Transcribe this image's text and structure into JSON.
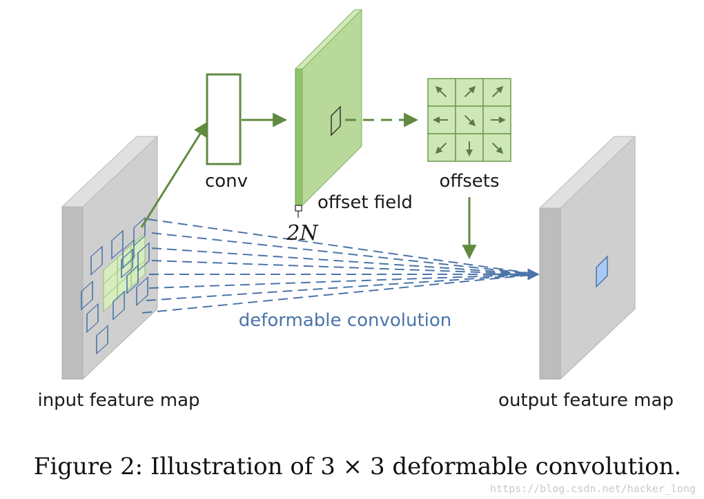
{
  "labels": {
    "conv": "conv",
    "offset_field": "offset field",
    "channels": "2N",
    "offsets": "offsets",
    "deformable_convolution": "deformable convolution",
    "input_feature_map": "input feature map",
    "output_feature_map": "output feature map"
  },
  "caption": "Figure 2: Illustration of 3 × 3 deformable convolution.",
  "watermark": "https://blog.csdn.net/hacker_long",
  "colors": {
    "arrow_green": "#5f8a40",
    "sample_blue": "#4a74a8",
    "field_green": "#b8d99a",
    "map_gray": "#d8d8d8"
  },
  "offset_arrows": [
    "up-left",
    "up-right",
    "up-right",
    "left",
    "down-right",
    "right",
    "down-left",
    "down",
    "down-right"
  ]
}
